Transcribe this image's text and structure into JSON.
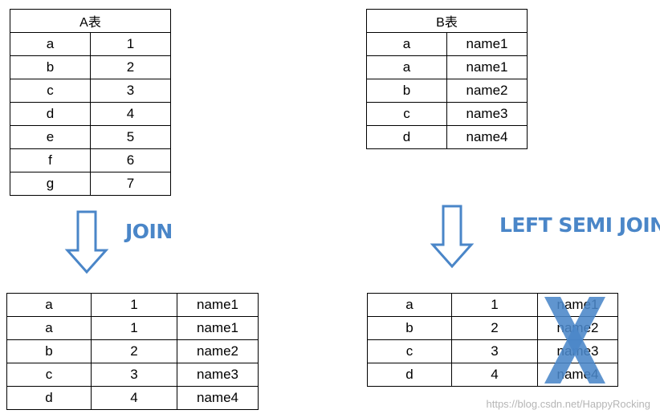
{
  "table_a": {
    "title": "A表",
    "rows": [
      [
        "a",
        "1"
      ],
      [
        "b",
        "2"
      ],
      [
        "c",
        "3"
      ],
      [
        "d",
        "4"
      ],
      [
        "e",
        "5"
      ],
      [
        "f",
        "6"
      ],
      [
        "g",
        "7"
      ]
    ]
  },
  "table_b": {
    "title": "B表",
    "rows": [
      [
        "a",
        "name1"
      ],
      [
        "a",
        "name1"
      ],
      [
        "b",
        "name2"
      ],
      [
        "c",
        "name3"
      ],
      [
        "d",
        "name4"
      ]
    ]
  },
  "join": {
    "label": "JOIN",
    "rows": [
      [
        "a",
        "1",
        "name1"
      ],
      [
        "a",
        "1",
        "name1"
      ],
      [
        "b",
        "2",
        "name2"
      ],
      [
        "c",
        "3",
        "name3"
      ],
      [
        "d",
        "4",
        "name4"
      ]
    ]
  },
  "semi_join": {
    "label": "LEFT SEMI JOIN",
    "rows": [
      [
        "a",
        "1",
        "name1"
      ],
      [
        "b",
        "2",
        "name2"
      ],
      [
        "c",
        "3",
        "name3"
      ],
      [
        "d",
        "4",
        "name4"
      ]
    ]
  },
  "watermark": "https://blog.csdn.net/HappyRocking",
  "colors": {
    "accent": "#4a86c8",
    "border": "#000000"
  }
}
